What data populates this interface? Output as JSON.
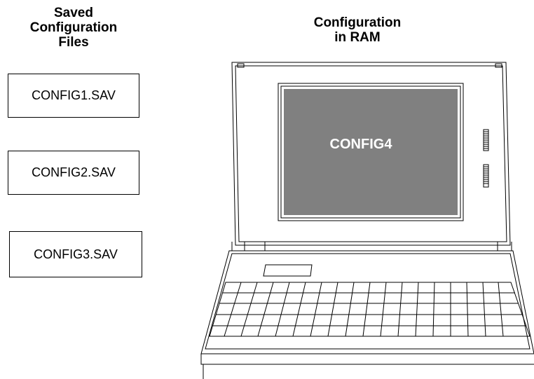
{
  "headings": {
    "saved_files": "Saved\nConfiguration\nFiles",
    "ram": "Configuration\nin RAM"
  },
  "files": [
    "CONFIG1.SAV",
    "CONFIG2.SAV",
    "CONFIG3.SAV"
  ],
  "screen_label": "CONFIG4",
  "colors": {
    "screen_fill": "#808080",
    "line": "#000000",
    "background": "#ffffff"
  }
}
